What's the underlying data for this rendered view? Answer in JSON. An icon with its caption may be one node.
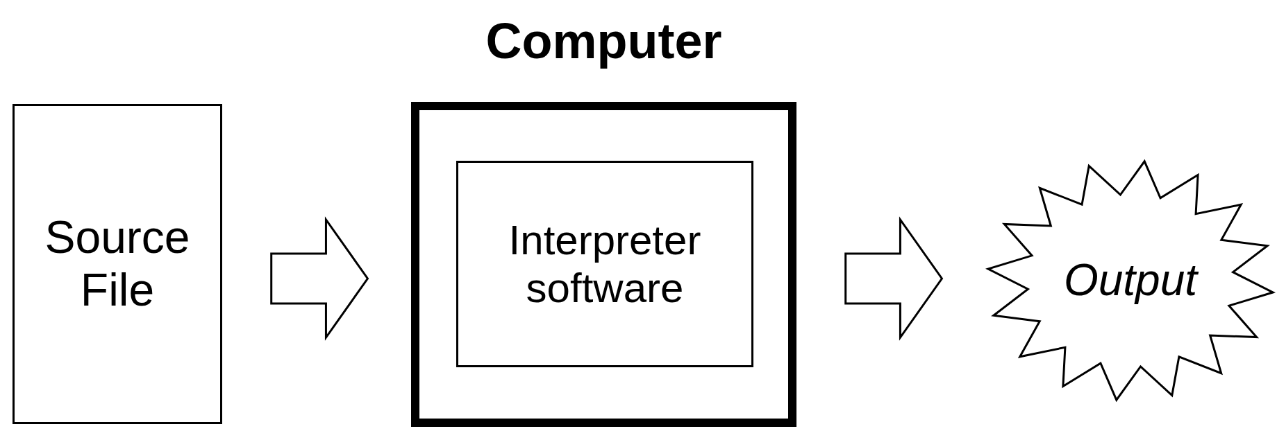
{
  "diagram": {
    "nodes": [
      {
        "text": [
          "Source File"
        ]
      },
      {
        "text": [
          "Computer"
        ]
      },
      {
        "text": [
          "Interpreter software"
        ],
        "in": 1
      },
      {
        "text": [
          "Output"
        ]
      }
    ],
    "edges": [
      {
        "from": 0,
        "to": 1,
        "arrow": "to"
      },
      {
        "from": 1,
        "to": 3,
        "arrow": "to"
      }
    ]
  }
}
